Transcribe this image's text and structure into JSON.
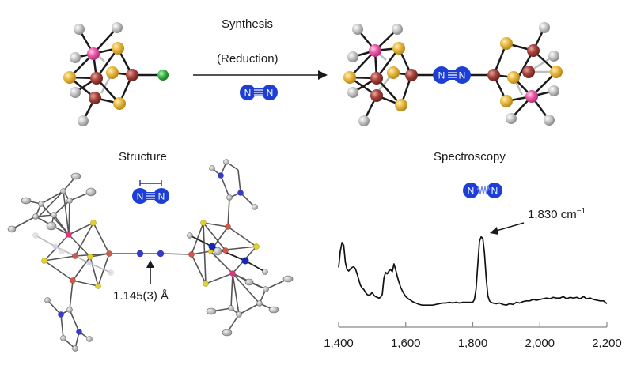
{
  "reaction": {
    "top_label": "Synthesis",
    "bottom_label": "(Reduction)",
    "reagent": {
      "atom1": "N",
      "atom2": "N",
      "bond": "triple"
    }
  },
  "dinitrogen_badge": {
    "atom1": "N",
    "atom2": "N"
  },
  "structure_panel": {
    "title": "Structure",
    "bond_length_label": "1.145(3) Å"
  },
  "spectroscopy_panel": {
    "title": "Spectroscopy",
    "peak_label": "1,830 cm",
    "peak_label_superscript": "−1"
  },
  "colors": {
    "iron": "#9b3b36",
    "sulfur": "#e3b23c",
    "molybdenum": "#e04b9a",
    "ligand_gray": "#b9b9b9",
    "chloride": "#2aa33a",
    "nitrogen_blue": "#1d3fd6",
    "ortep_fe": "#d05a4a",
    "ortep_s": "#e0d030",
    "ortep_n": "#3a3ac8"
  },
  "chart_data": {
    "type": "line",
    "title": "",
    "xlabel": "",
    "ylabel": "",
    "xlim": [
      1400,
      2200
    ],
    "ylim": [
      0,
      1
    ],
    "x_ticks": [
      1400,
      1600,
      1800,
      2000,
      2200
    ],
    "x_tick_labels": [
      "1,400",
      "1,600",
      "1,800",
      "2,000",
      "2,200"
    ],
    "grid": false,
    "annotation": {
      "x": 1830,
      "text": "1,830 cm−1"
    },
    "series": [
      {
        "name": "spectrum",
        "x": [
          1400,
          1405,
          1410,
          1415,
          1420,
          1425,
          1430,
          1435,
          1440,
          1445,
          1450,
          1455,
          1460,
          1465,
          1470,
          1475,
          1480,
          1485,
          1490,
          1495,
          1500,
          1505,
          1510,
          1515,
          1520,
          1525,
          1530,
          1535,
          1540,
          1545,
          1550,
          1555,
          1560,
          1565,
          1570,
          1575,
          1580,
          1585,
          1590,
          1595,
          1600,
          1605,
          1610,
          1615,
          1620,
          1630,
          1640,
          1650,
          1660,
          1670,
          1680,
          1690,
          1700,
          1710,
          1720,
          1730,
          1740,
          1750,
          1760,
          1770,
          1780,
          1790,
          1800,
          1805,
          1810,
          1815,
          1820,
          1825,
          1830,
          1835,
          1840,
          1845,
          1850,
          1855,
          1860,
          1870,
          1880,
          1890,
          1900,
          1910,
          1920,
          1930,
          1940,
          1950,
          1960,
          1970,
          1980,
          1990,
          2000,
          2010,
          2020,
          2030,
          2040,
          2050,
          2060,
          2070,
          2080,
          2090,
          2100,
          2110,
          2120,
          2130,
          2140,
          2150,
          2160,
          2170,
          2180,
          2190,
          2200
        ],
        "y": [
          0.55,
          0.78,
          0.9,
          0.86,
          0.62,
          0.52,
          0.5,
          0.53,
          0.55,
          0.56,
          0.53,
          0.46,
          0.38,
          0.3,
          0.26,
          0.24,
          0.2,
          0.17,
          0.16,
          0.17,
          0.2,
          0.16,
          0.14,
          0.13,
          0.12,
          0.13,
          0.17,
          0.4,
          0.48,
          0.46,
          0.5,
          0.52,
          0.49,
          0.6,
          0.52,
          0.42,
          0.34,
          0.27,
          0.22,
          0.18,
          0.14,
          0.12,
          0.1,
          0.09,
          0.07,
          0.05,
          0.03,
          0.02,
          0.02,
          0.02,
          0.02,
          0.03,
          0.04,
          0.05,
          0.05,
          0.06,
          0.05,
          0.06,
          0.05,
          0.06,
          0.06,
          0.06,
          0.06,
          0.1,
          0.25,
          0.6,
          0.92,
          0.98,
          0.96,
          0.75,
          0.4,
          0.15,
          0.08,
          0.06,
          0.05,
          0.04,
          0.05,
          0.03,
          0.02,
          0.04,
          0.03,
          0.06,
          0.05,
          0.07,
          0.08,
          0.08,
          0.1,
          0.09,
          0.1,
          0.11,
          0.12,
          0.11,
          0.13,
          0.12,
          0.12,
          0.14,
          0.11,
          0.13,
          0.12,
          0.13,
          0.11,
          0.14,
          0.11,
          0.12,
          0.1,
          0.09,
          0.08,
          0.08,
          0.04
        ]
      }
    ]
  }
}
